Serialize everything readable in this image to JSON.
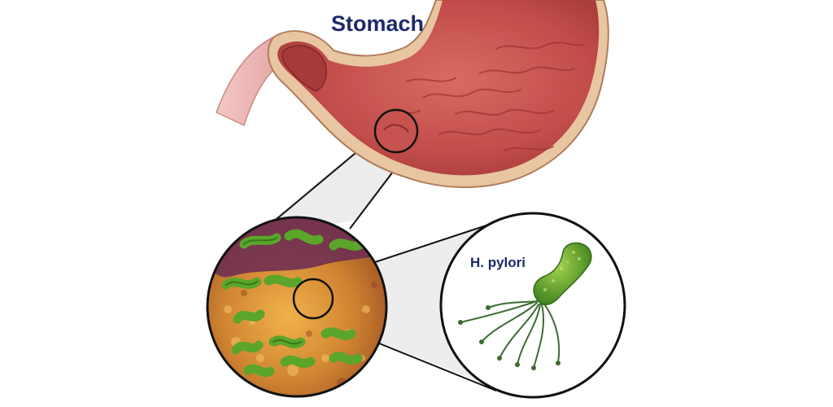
{
  "labels": {
    "stomach": "Stomach",
    "h_pylori": "H. pylori"
  },
  "colors": {
    "label_text": "#1d2a6b",
    "stomach_wall": "#c9514e",
    "stomach_dark": "#8e2b2a",
    "stomach_lining": "#e7c4a4",
    "esophagus": "#eeb4b4",
    "callout_outline": "#111111",
    "callout_fill": "#e9e9e9",
    "tissue_orange": "#d6892f",
    "tissue_purple": "#6b2a55",
    "bacteria_green": "#4f9a2a"
  },
  "icons": {
    "zoom_circle_small": "magnifier-circle",
    "zoom_circle_tissue": "magnifier-circle",
    "zoom_circle_bacterium": "magnifier-circle"
  }
}
